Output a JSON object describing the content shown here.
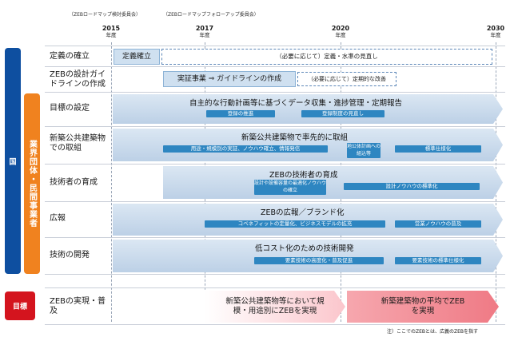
{
  "committees": {
    "left": "（ZEBロードマップ検討委員会）",
    "right": "（ZEBロードマップフォローアップ委員会）"
  },
  "years": [
    {
      "year": "2015",
      "unit": "年度"
    },
    {
      "year": "2017",
      "unit": "年度"
    },
    {
      "year": "2020",
      "unit": "年度"
    },
    {
      "year": "2030",
      "unit": "年度"
    }
  ],
  "bands": {
    "country": "国",
    "industry": "業界団体・民間事業者",
    "goal": "目標"
  },
  "rows": {
    "definition": {
      "label": "定義の確立",
      "box": "定義確立",
      "dashed": "（必要に応じて）定義・水準の見直し"
    },
    "guideline": {
      "label": "ZEBの設計ガイドラインの作成",
      "main": "実証事業 ⇒ ガイドラインの作成",
      "dashed": "（必要に応じて）定期的な改善"
    },
    "target": {
      "label": "目標の設定",
      "main": "自主的な行動計画等に基づくデータ収集・進捗管理・定期報告",
      "sub1": "登録の推進",
      "sub2": "登録制度の見直し"
    },
    "public": {
      "label": "新築公共建築物での取組",
      "main": "新築公共建築物で率先的に取組",
      "sub1": "用途・規模別の実証、ノウハウ確立、情報発信",
      "sub2": "地公体計画への組込等",
      "sub3": "標準仕様化"
    },
    "engineers": {
      "label": "技術者の育成",
      "main": "ZEBの技術者の育成",
      "sub1": "設計や設備容量の最適化ノウハウの確立",
      "sub2": "設計ノウハウの標準化"
    },
    "pr": {
      "label": "広報",
      "main": "ZEBの広報／ブランド化",
      "sub1": "コベネフィットの定量化、ビジネスモデルの拡充",
      "sub2": "営業ノウハウの普及"
    },
    "tech": {
      "label": "技術の開発",
      "main": "低コスト化のための技術開発",
      "sub1": "要素技術の高度化・普及促進",
      "sub2": "要素技術の標準仕様化"
    },
    "goal": {
      "label": "ZEBの実現・普及",
      "arrow1": "新築公共建築物等において規模・用途別にZEBを実現",
      "arrow2": "新築建築物の平均でZEBを実現"
    }
  },
  "footnote": "注）ここでのZEBとは、広義のZEBを指す",
  "colors": {
    "country_band": "#0e4fa0",
    "industry_band": "#f0821f",
    "goal_band": "#d4141e",
    "arrow_fill": "#dbe7f3",
    "sub_box": "#2e86c1",
    "goal_arrow1": "#fbc6cc",
    "goal_arrow2": "#f2868f"
  }
}
